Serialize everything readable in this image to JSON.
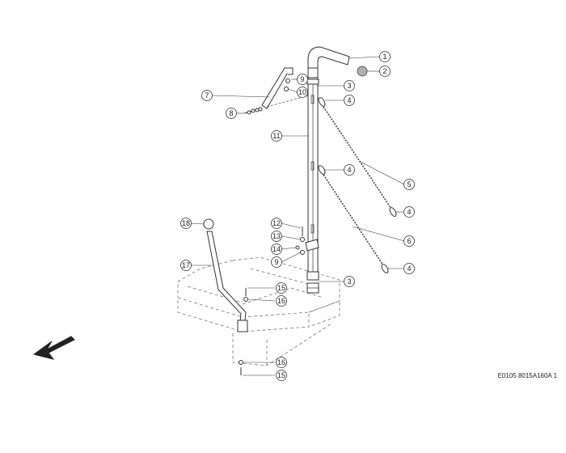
{
  "drawing_code": "E0105 8015A160A 1",
  "callouts": [
    {
      "id": "c1",
      "label": "1"
    },
    {
      "id": "c2",
      "label": "2"
    },
    {
      "id": "c3a",
      "label": "3"
    },
    {
      "id": "c4a",
      "label": "4"
    },
    {
      "id": "c4b",
      "label": "4"
    },
    {
      "id": "c4c",
      "label": "4"
    },
    {
      "id": "c4d",
      "label": "4"
    },
    {
      "id": "c5",
      "label": "5"
    },
    {
      "id": "c6",
      "label": "6"
    },
    {
      "id": "c3b",
      "label": "3"
    },
    {
      "id": "c7",
      "label": "7"
    },
    {
      "id": "c8",
      "label": "8"
    },
    {
      "id": "c9a",
      "label": "9"
    },
    {
      "id": "c10",
      "label": "10"
    },
    {
      "id": "c11",
      "label": "11"
    },
    {
      "id": "c12",
      "label": "12"
    },
    {
      "id": "c13",
      "label": "13"
    },
    {
      "id": "c14",
      "label": "14"
    },
    {
      "id": "c9b",
      "label": "9"
    },
    {
      "id": "c15a",
      "label": "15"
    },
    {
      "id": "c16a",
      "label": "16"
    },
    {
      "id": "c16b",
      "label": "16"
    },
    {
      "id": "c15b",
      "label": "15"
    },
    {
      "id": "c17",
      "label": "17"
    },
    {
      "id": "c18",
      "label": "18"
    }
  ],
  "icons": {
    "direction_arrow": "arrow-down-left-icon"
  }
}
